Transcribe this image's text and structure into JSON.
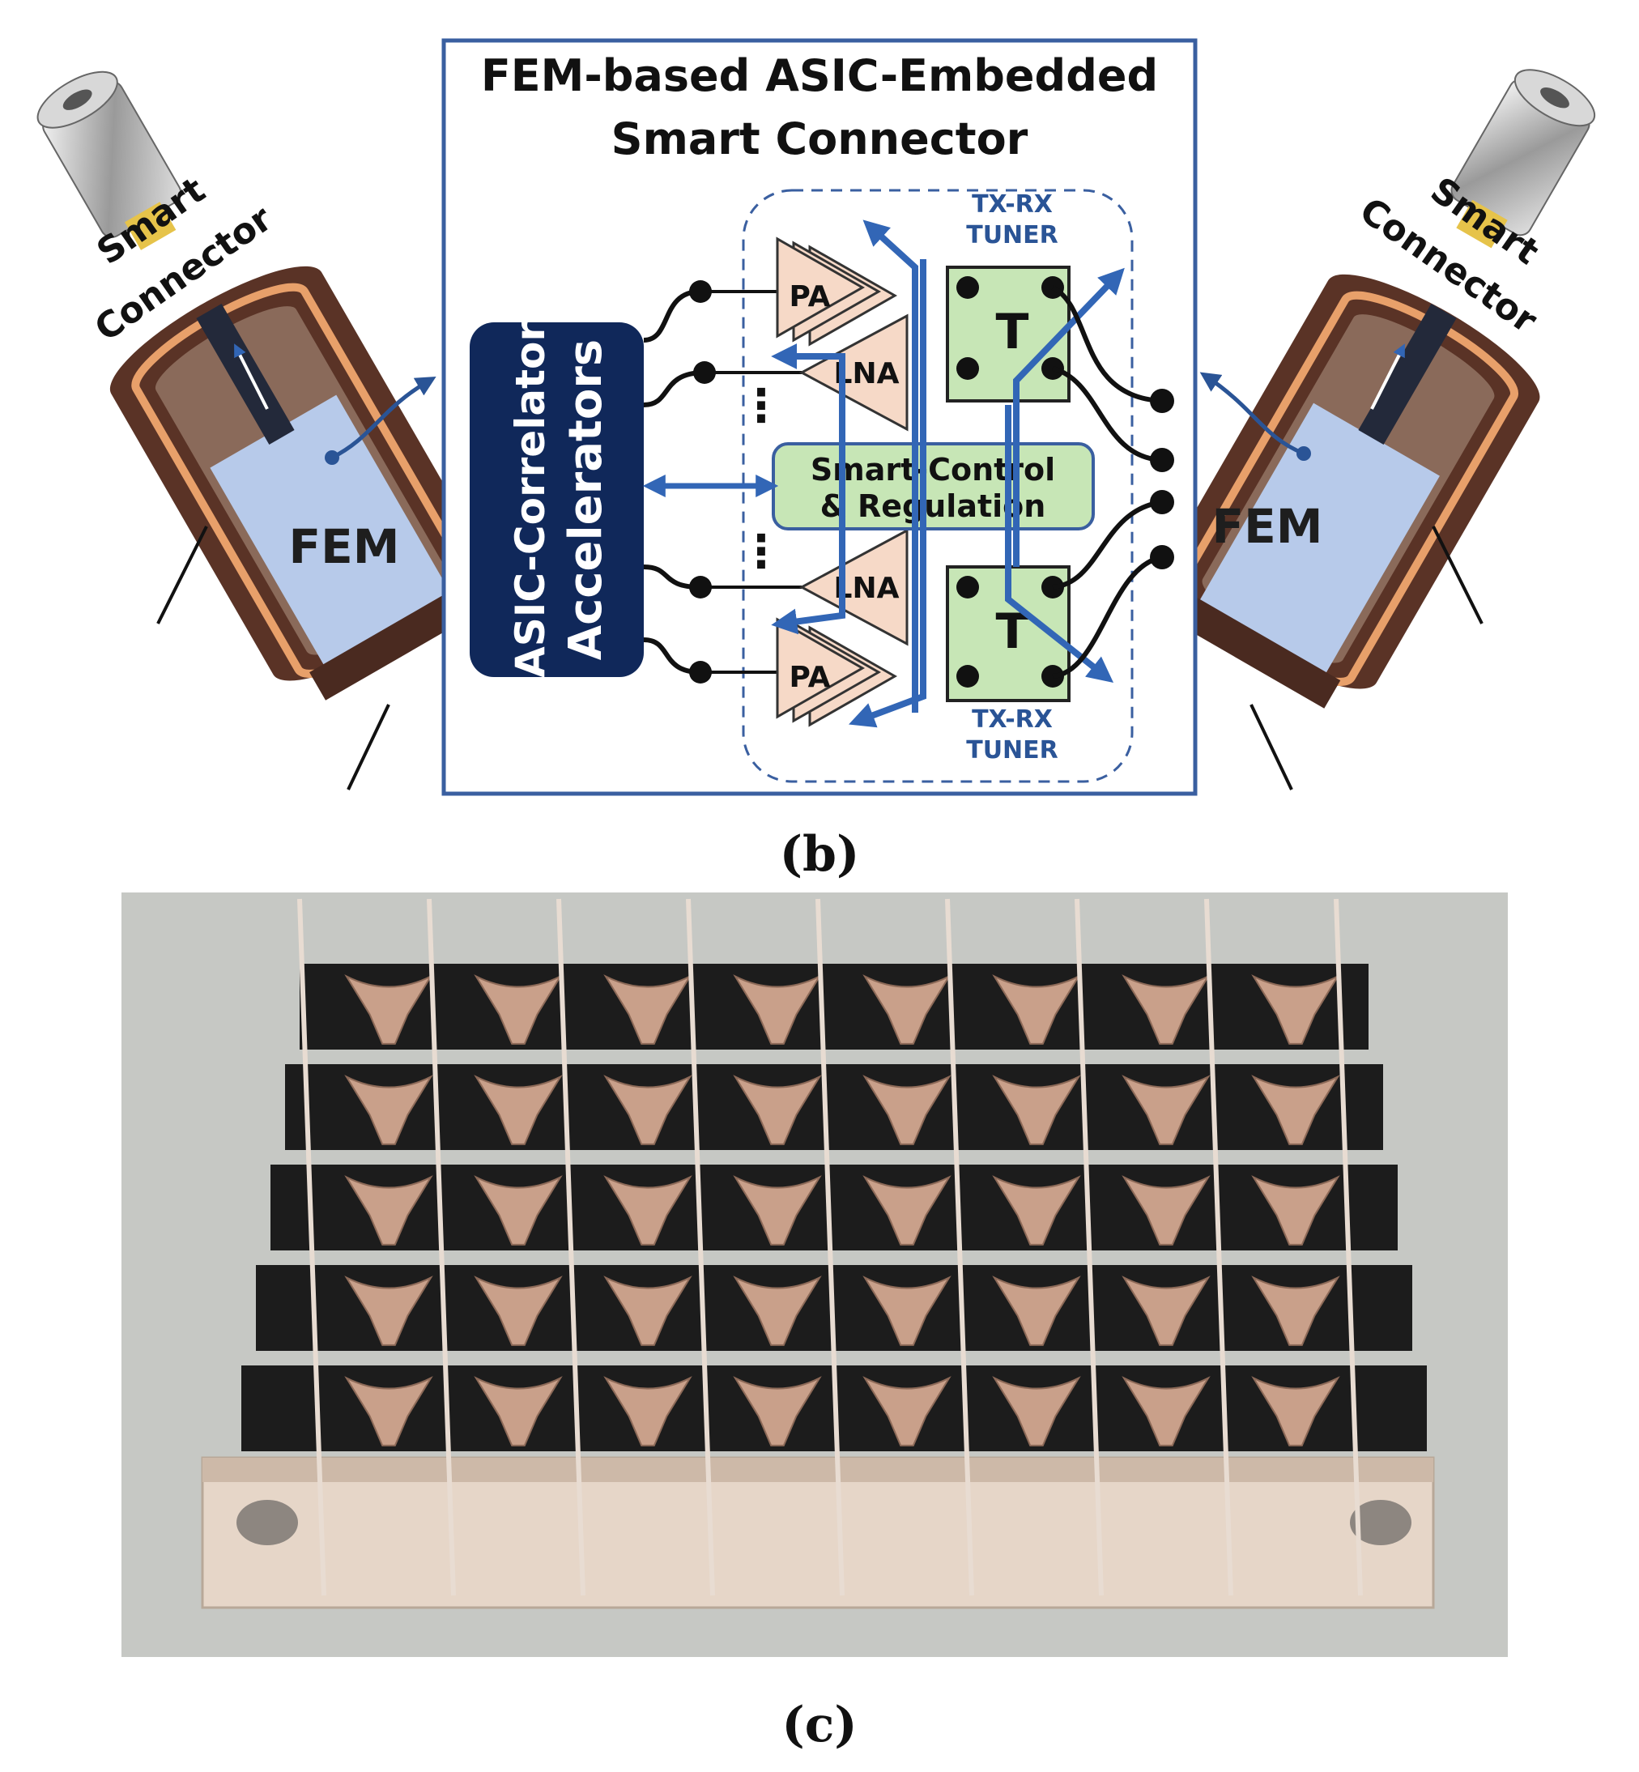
{
  "diagram": {
    "title_line1": "FEM-based ASIC-Embedded",
    "title_line2": "Smart Connector",
    "asic_line1": "ASIC-Correlator",
    "asic_line2": "Accelerators",
    "pa_label": "PA",
    "lna_label": "LNA",
    "tuner_t_label": "T",
    "tuner_top_line1": "TX-RX",
    "tuner_top_line2": "TUNER",
    "tuner_bottom_line1": "TX-RX",
    "tuner_bottom_line2": "TUNER",
    "control_line1": "Smart-Control",
    "control_line2": "& Regulation",
    "ellipsis": "⋮",
    "left_module": {
      "fem_label": "FEM",
      "connector_line1": "Smart",
      "connector_line2": "Connector"
    },
    "right_module": {
      "fem_label": "FEM",
      "connector_line1": "Smart",
      "connector_line2": "Connector"
    }
  },
  "captions": {
    "b": "(b)",
    "c": "(c)"
  },
  "photo": {
    "rows": 5,
    "columns": 8
  },
  "colors": {
    "frame_blue": "#3a5fa0",
    "asic_navy": "#10285a",
    "amp_fill": "#f6d9c7",
    "tuner_fill": "#c7e6b6",
    "fem_fill": "#b8cbe6",
    "arrow_blue": "#3266b6"
  }
}
